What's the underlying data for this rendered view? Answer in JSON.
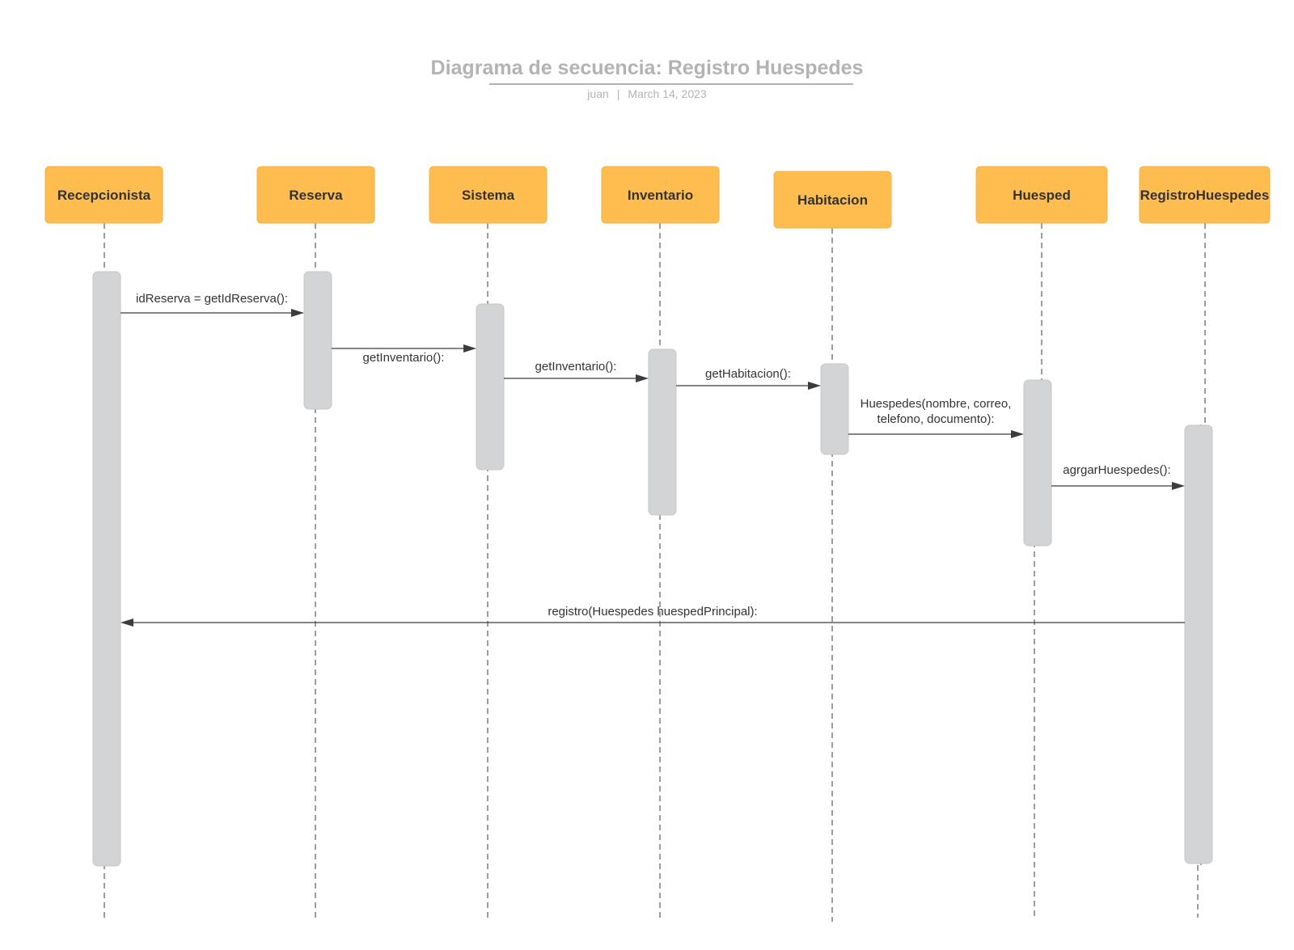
{
  "title": "Diagrama de secuencia: Registro Huespedes",
  "author": "juan",
  "date": "March 14, 2023",
  "colors": {
    "participant_fill": "#ffbd4f",
    "activation_fill": "#d3d4d5",
    "title_color": "#b3b3b3",
    "text_color": "#333333"
  },
  "participants": [
    {
      "id": "recepcionista",
      "label": "Recepcionista"
    },
    {
      "id": "reserva",
      "label": "Reserva"
    },
    {
      "id": "sistema",
      "label": "Sistema"
    },
    {
      "id": "inventario",
      "label": "Inventario"
    },
    {
      "id": "habitacion",
      "label": "Habitacion"
    },
    {
      "id": "huesped",
      "label": "Huesped"
    },
    {
      "id": "registro",
      "label": "RegistroHuespedes"
    }
  ],
  "messages": [
    {
      "from": "recepcionista",
      "to": "reserva",
      "lines": [
        "idReserva = getIdReserva():"
      ]
    },
    {
      "from": "reserva",
      "to": "sistema",
      "lines": [
        "getInventario():"
      ]
    },
    {
      "from": "sistema",
      "to": "inventario",
      "lines": [
        "getInventario():"
      ]
    },
    {
      "from": "inventario",
      "to": "habitacion",
      "lines": [
        "getHabitacion():"
      ]
    },
    {
      "from": "habitacion",
      "to": "huesped",
      "lines": [
        "Huespedes(nombre, correo,",
        "telefono, documento):"
      ]
    },
    {
      "from": "huesped",
      "to": "registro",
      "lines": [
        "agrgarHuespedes():"
      ]
    },
    {
      "from": "registro",
      "to": "recepcionista",
      "lines": [
        "registro(Huespedes huespedPrincipal):"
      ]
    }
  ]
}
